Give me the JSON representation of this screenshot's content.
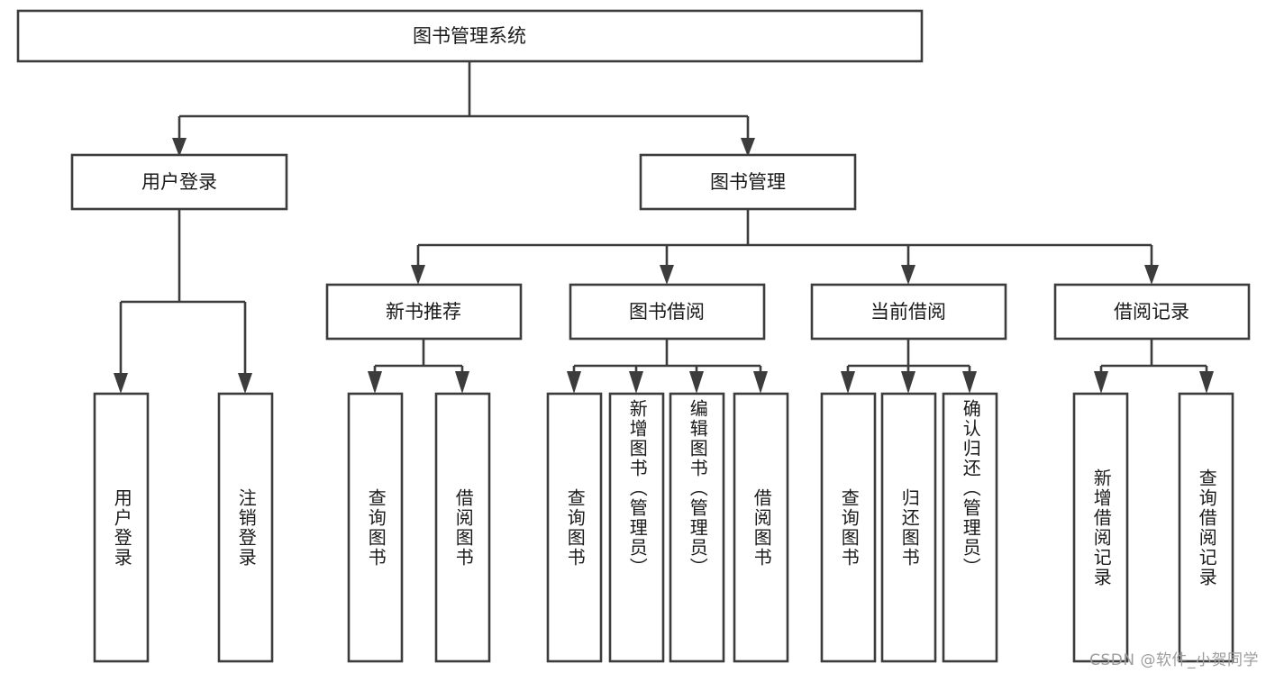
{
  "diagram": {
    "type": "tree",
    "title": "图书管理系统",
    "orientation": "top-down",
    "colors": {
      "box_fill": "#ffffff",
      "box_stroke": "#3c3c3c",
      "text": "#1a1a1a",
      "watermark": "#9d9d9d",
      "background": "#ffffff"
    },
    "root": {
      "label": "图书管理系统"
    },
    "level1": [
      {
        "label": "用户登录"
      },
      {
        "label": "图书管理"
      }
    ],
    "level2": [
      {
        "label": "新书推荐"
      },
      {
        "label": "图书借阅"
      },
      {
        "label": "当前借阅"
      },
      {
        "label": "借阅记录"
      }
    ],
    "leaves": {
      "user_login": [
        {
          "label": "用户登录"
        },
        {
          "label": "注销登录"
        }
      ],
      "new_book_recommend": [
        {
          "label": "查询图书"
        },
        {
          "label": "借阅图书"
        }
      ],
      "book_borrow": [
        {
          "label": "查询图书"
        },
        {
          "label": "新增图书（管理员）"
        },
        {
          "label": "编辑图书（管理员）"
        },
        {
          "label": "借阅图书"
        }
      ],
      "current_borrow": [
        {
          "label": "查询图书"
        },
        {
          "label": "归还图书"
        },
        {
          "label": "确认归还（管理员）"
        }
      ],
      "borrow_record": [
        {
          "label": "新增借阅记录"
        },
        {
          "label": "查询借阅记录"
        }
      ]
    }
  },
  "watermark": {
    "text": "CSDN @软件_小贺同学"
  }
}
